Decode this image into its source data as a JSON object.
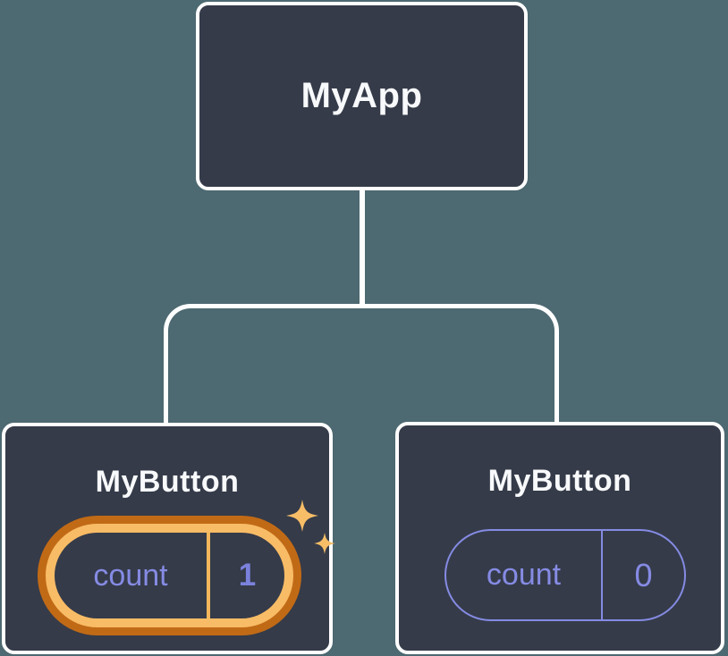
{
  "diagram": {
    "root": {
      "label": "MyApp"
    },
    "children": [
      {
        "label": "MyButton",
        "state_key": "count",
        "state_value": "1",
        "highlighted": true
      },
      {
        "label": "MyButton",
        "state_key": "count",
        "state_value": "0",
        "highlighted": false
      }
    ]
  },
  "icons": {
    "sparkle": "four-point-star"
  },
  "colors": {
    "background": "#4D6971",
    "node_fill": "#353B49",
    "node_border": "#FFFFFF",
    "label_text": "#F7F9FB",
    "state_purple": "#858BE3",
    "highlight_dark_orange": "#C16A16",
    "highlight_light_orange": "#F9BC66",
    "sparkle_orange": "#F8BE67"
  }
}
